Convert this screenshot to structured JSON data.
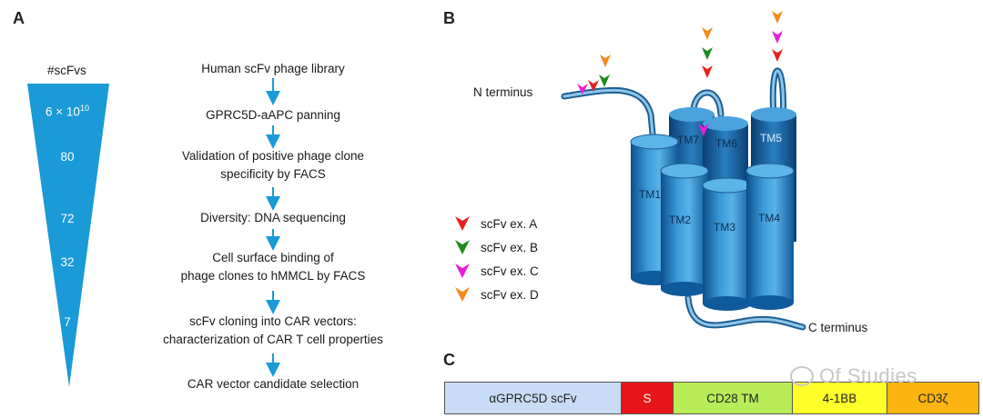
{
  "panels": {
    "a": "A",
    "b": "B",
    "c": "C"
  },
  "funnel": {
    "header": "#scFvs",
    "values": [
      {
        "base": "6 × 10",
        "exp": "10"
      },
      {
        "base": "80",
        "exp": ""
      },
      {
        "base": "72",
        "exp": ""
      },
      {
        "base": "32",
        "exp": ""
      },
      {
        "base": "7",
        "exp": ""
      }
    ],
    "color": "#1a9ad6"
  },
  "steps": [
    {
      "line1": "Human scFv phage library",
      "line2": ""
    },
    {
      "line1": "GPRC5D-aAPC panning",
      "line2": ""
    },
    {
      "line1": "Validation of positive phage clone",
      "line2": "specificity by FACS"
    },
    {
      "line1": "Diversity: DNA sequencing",
      "line2": ""
    },
    {
      "line1": "Cell surface binding of",
      "line2": "phage clones to hMMCL by FACS"
    },
    {
      "line1": "scFv cloning into CAR vectors:",
      "line2": "characterization of CAR T cell properties"
    },
    {
      "line1": "CAR vector candidate selection",
      "line2": ""
    }
  ],
  "receptor": {
    "n_terminus": "N terminus",
    "c_terminus": "C terminus",
    "helices": [
      "TM1",
      "TM2",
      "TM3",
      "TM4",
      "TM5",
      "TM6",
      "TM7"
    ]
  },
  "legend": [
    {
      "label": "scFv ex. A",
      "color": "#e8211f"
    },
    {
      "label": "scFv ex. B",
      "color": "#1f8a1f"
    },
    {
      "label": "scFv ex. C",
      "color": "#e81fd6"
    },
    {
      "label": "scFv ex. D",
      "color": "#f28a1f"
    }
  ],
  "construct": [
    {
      "label": "αGPRC5D scFv",
      "color": "#c8dcf5"
    },
    {
      "label": "S",
      "color": "#e8161a"
    },
    {
      "label": "CD28 TM",
      "color": "#b8ec58"
    },
    {
      "label": "4-1BB",
      "color": "#ffff2a"
    },
    {
      "label": "CD3ζ",
      "color": "#fbb412"
    }
  ],
  "watermark": "Of Studies"
}
